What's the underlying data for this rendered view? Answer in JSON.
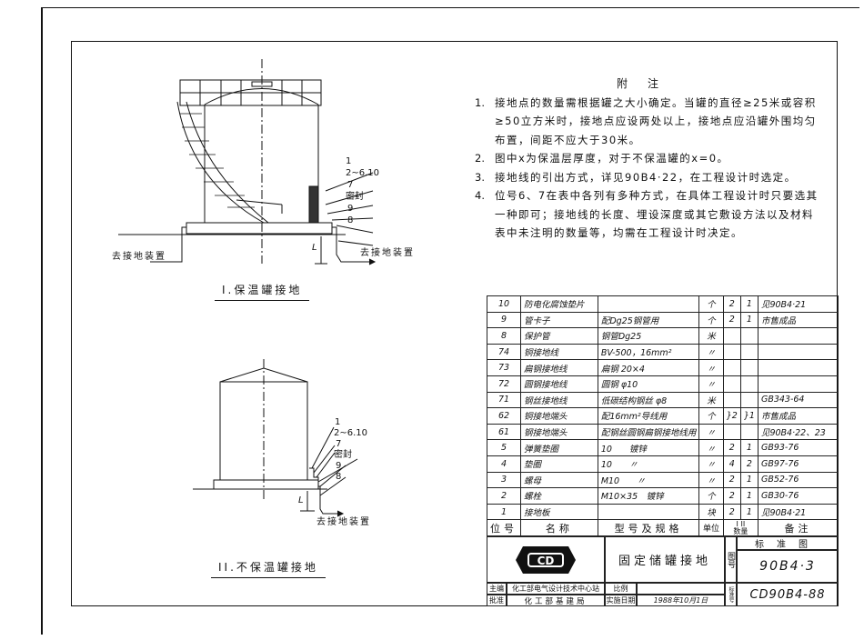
{
  "drawing_one": {
    "caption": "I.保温罐接地",
    "labels": [
      "1",
      "2~6.10",
      "7",
      "密封",
      "9",
      "8"
    ],
    "left_arrow_label": "去接地装置",
    "right_arrow_label": "去接地装置",
    "dim": "L"
  },
  "drawing_two": {
    "caption": "II.不保温罐接地",
    "labels": [
      "1",
      "2~6.10",
      "7",
      "密封",
      "9",
      "8"
    ],
    "arrow_label": "去接地装置",
    "dim": "L"
  },
  "notes": {
    "title": "附注",
    "items": [
      {
        "num": "1.",
        "text": "接地点的数量需根据罐之大小确定。当罐的直径≥25米或容积≥50立方米时，接地点应设两处以上，接地点应沿罐外围均匀布置，间距不应大于30米。"
      },
      {
        "num": "2.",
        "text": "图中x为保温层厚度，对于不保温罐的x=0。"
      },
      {
        "num": "3.",
        "text": "接地线的引出方式，详见90B4·22，在工程设计时选定。"
      },
      {
        "num": "4.",
        "text": "位号6、7在表中各列有多种方式，在具体工程设计时只要选其一种即可；接地线的长度、埋设深度或其它敷设方法以及材料表中未注明的数量等，均需在工程设计时决定。"
      }
    ]
  },
  "materials_table": {
    "rows": [
      [
        "10",
        "防电化腐蚀垫片",
        "",
        "个",
        "2",
        "1",
        "见90B4·21"
      ],
      [
        "9",
        "管卡子",
        "配Dg25钢管用",
        "个",
        "2",
        "1",
        "市售成品"
      ],
      [
        "8",
        "保护管",
        "钢管Dg25",
        "米",
        "",
        "",
        ""
      ],
      [
        "74",
        "铜接地线",
        "BV-500，16mm²",
        "〃",
        "",
        "",
        ""
      ],
      [
        "73",
        "扁钢接地线",
        "扁钢 20×4",
        "〃",
        "",
        "",
        ""
      ],
      [
        "72",
        "圆钢接地线",
        "圆钢 φ10",
        "〃",
        "",
        "",
        ""
      ],
      [
        "71",
        "钢丝接地线",
        "低碳结构钢丝 φ8",
        "米",
        "",
        "",
        "GB343-64"
      ],
      [
        "62",
        "铜接地端头",
        "配16mm²导线用",
        "个",
        "}2",
        "}1",
        "市售成品"
      ],
      [
        "61",
        "钢接地端头",
        "配钢丝圆钢扁钢接地线用",
        "〃",
        "",
        "",
        "见90B4·22、23"
      ],
      [
        "5",
        "弹簧垫圈",
        "10　　镀锌",
        "〃",
        "2",
        "1",
        "GB93-76"
      ],
      [
        "4",
        "垫圈",
        "10　　〃",
        "〃",
        "4",
        "2",
        "GB97-76"
      ],
      [
        "3",
        "螺母",
        "M10　　〃",
        "〃",
        "2",
        "1",
        "GB52-76"
      ],
      [
        "2",
        "螺栓",
        "M10×35　镀锌",
        "个",
        "2",
        "1",
        "GB30-76"
      ],
      [
        "1",
        "接地板",
        "",
        "块",
        "2",
        "1",
        "见90B4·21"
      ]
    ],
    "header": {
      "pos": "位号",
      "name": "名称",
      "spec": "型号及规格",
      "unit": "单位",
      "q1": "I",
      "q2": "II",
      "qty": "数量",
      "remark": "备注"
    }
  },
  "title_block": {
    "logo": "CD",
    "title": "固定储罐接地",
    "standard_label": "标准图",
    "drawing_no_label": "图号",
    "drawing_no": "90B4·3",
    "compiler_label": "主编",
    "compiler": "化工部电气设计技术中心站",
    "ratio_label": "比例",
    "approver_label": "批准",
    "approver": "化工部基建局",
    "date_label": "实施日期",
    "date": "1988年10月1日",
    "set_label": "标准号",
    "set_no": "CD90B4-88"
  },
  "colors": {
    "ink": "#111111",
    "paper": "#ffffff"
  }
}
